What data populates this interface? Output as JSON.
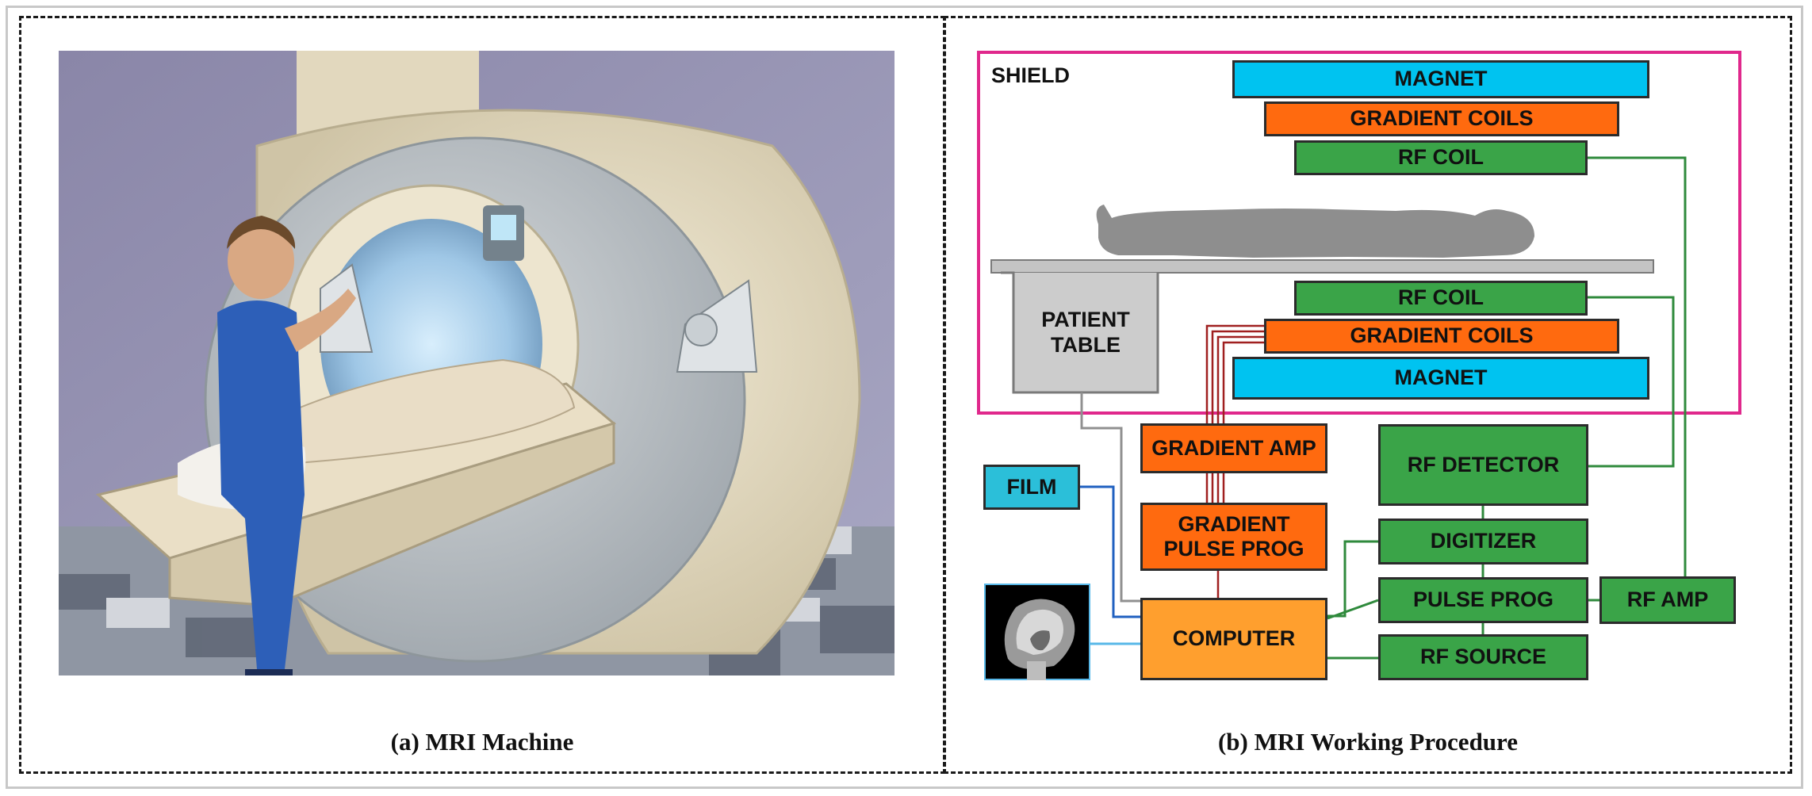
{
  "left_panel": {
    "caption": "(a) MRI Machine"
  },
  "right_panel": {
    "caption": "(b) MRI Working Procedure"
  },
  "diagram": {
    "shield_label": "SHIELD",
    "magnet_top": "MAGNET",
    "gradient_coils_top": "GRADIENT COILS",
    "rf_coil_top": "RF COIL",
    "patient_table": "PATIENT\nTABLE",
    "rf_coil_bottom": "RF COIL",
    "gradient_coils_bottom": "GRADIENT COILS",
    "magnet_bottom": "MAGNET",
    "gradient_amp": "GRADIENT AMP",
    "gradient_pulse_prog": "GRADIENT\nPULSE PROG",
    "computer": "COMPUTER",
    "film": "FILM",
    "rf_detector": "RF DETECTOR",
    "digitizer": "DIGITIZER",
    "pulse_prog": "PULSE PROG",
    "rf_source": "RF SOURCE",
    "rf_amp": "RF AMP"
  },
  "colors": {
    "magnet": "#00c3f0",
    "gradient": "#ff6a0f",
    "rf": "#3aa448",
    "computer": "#ff9f2e",
    "shield_border": "#e0288c",
    "wire_red": "#a02020",
    "wire_green": "#2f8a3c",
    "wire_blue": "#2060c0",
    "wire_gray": "#909090"
  }
}
